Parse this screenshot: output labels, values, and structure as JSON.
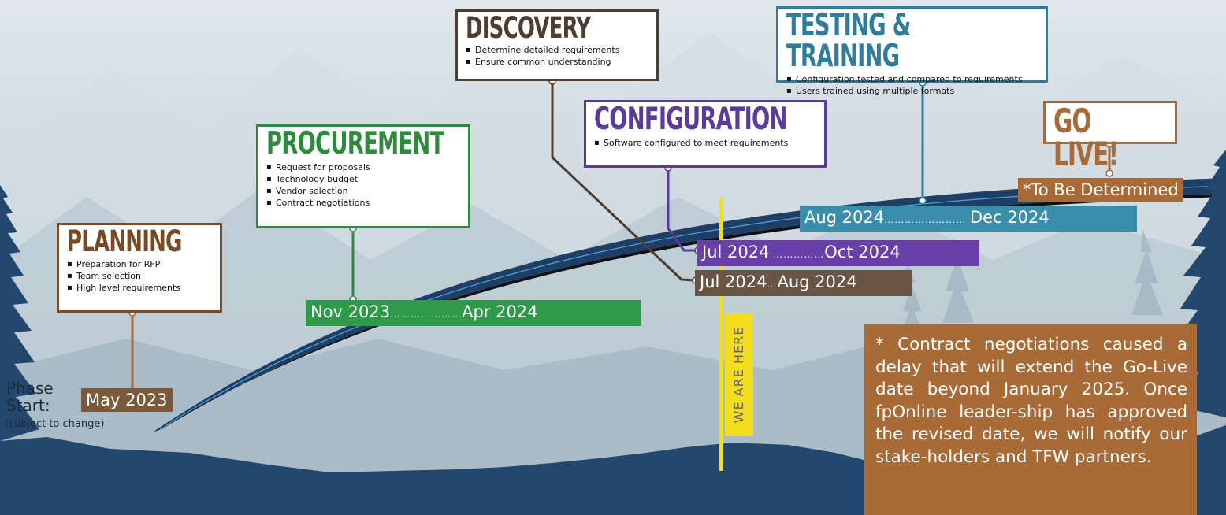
{
  "colors": {
    "planning": "#7a4a24",
    "procurement": "#2e8b3e",
    "discovery": "#4f3e30",
    "configuration": "#5a3a9a",
    "testing": "#2f7d9b",
    "golive": "#a86a37",
    "road": "#1f3e66",
    "marker": "#f3de1c",
    "sky": "#c9d6de",
    "mountains": "#23476d"
  },
  "phases": {
    "planning": {
      "title": "PLANNING",
      "items": [
        "Preparation for RFP",
        "Team selection",
        "High level requirements"
      ]
    },
    "procurement": {
      "title": "PROCUREMENT",
      "items": [
        "Request for proposals",
        "Technology budget",
        "Vendor selection",
        "Contract negotiations"
      ]
    },
    "discovery": {
      "title": "DISCOVERY",
      "items": [
        "Determine detailed requirements",
        "Ensure common understanding"
      ]
    },
    "configuration": {
      "title": "CONFIGURATION",
      "items": [
        "Software configured to meet requirements"
      ]
    },
    "testing": {
      "title": "TESTING & TRAINING",
      "items": [
        "Configuration tested and compared to requirements",
        "Users trained using multiple formats"
      ]
    },
    "golive": {
      "title": "GO LIVE!"
    }
  },
  "dates": {
    "start_label": "Phase Start:",
    "start_note": "(subject to change)",
    "planning": "May 2023",
    "procurement_start": "Nov 2023",
    "procurement_end": "Apr 2024",
    "discovery_start": "Jul 2024",
    "discovery_end": "Aug 2024",
    "configuration_start": "Jul 2024",
    "configuration_end": "Oct 2024",
    "testing_start": "Aug 2024",
    "testing_end": "Dec 2024",
    "golive": "*To Be Determined"
  },
  "marker_label": "WE ARE HERE",
  "note": "* Contract negotiations caused a delay that will extend the Go-Live date beyond January 2025. Once fpOnline leader-ship has approved the revised date, we will notify our stake-holders and TFW partners."
}
